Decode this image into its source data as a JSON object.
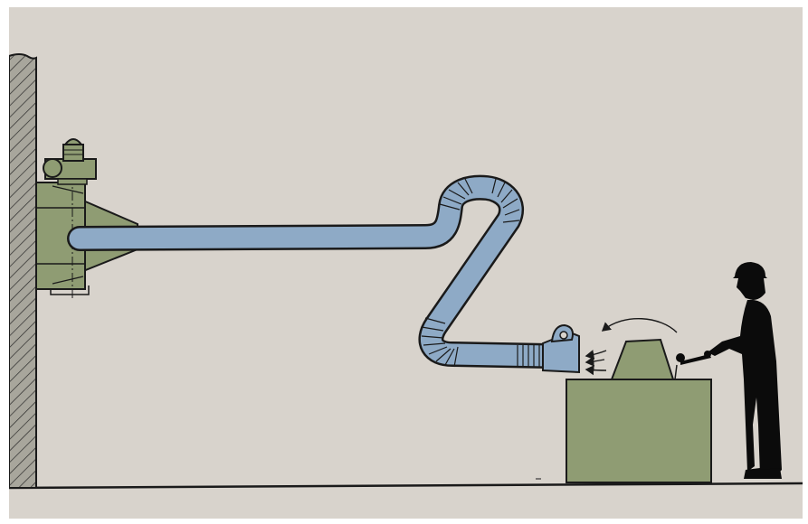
{
  "scene": {
    "background_color": "#d8d3cc",
    "frame_color": "#ffffff",
    "wall_color": "#a8a69c",
    "machine_color": "#8f9c73",
    "duct_color": "#8eaac6",
    "outline_color": "#1a1a1a",
    "worker_color": "#0b0b0b"
  },
  "elements": {
    "wall": "hatched-wall",
    "fan": "exhaust-fan-with-motor",
    "duct": "articulated-extraction-arm",
    "hood": "capture-hood",
    "airflow": "suction-airflow-arrows",
    "bench": "workbench",
    "workpiece": "workpiece",
    "worker": "worker-silhouette",
    "floor": "floor-line"
  }
}
